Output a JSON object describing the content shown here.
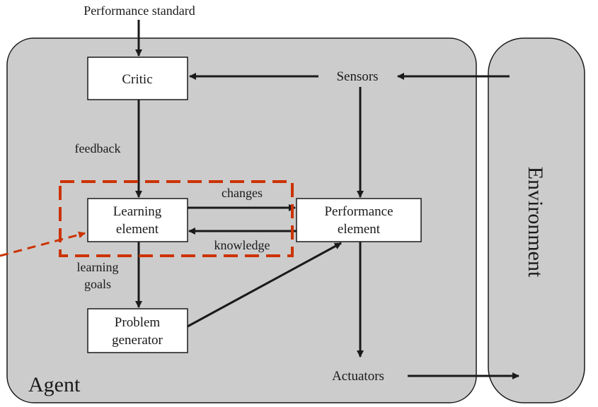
{
  "labels": {
    "performance_standard": "Performance standard",
    "critic": "Critic",
    "sensors": "Sensors",
    "feedback": "feedback",
    "learning_element": [
      "Learning",
      "element"
    ],
    "changes": "changes",
    "knowledge": "knowledge",
    "performance_element": [
      "Performance",
      "element"
    ],
    "learning_goals": [
      "learning",
      "goals"
    ],
    "problem_generator": [
      "Problem",
      "generator"
    ],
    "actuators": "Actuators",
    "agent": "Agent",
    "environment": "Environment"
  },
  "colors": {
    "panel_fill": "#cccccc",
    "stroke": "#1a1a1a",
    "highlight": "#cc3300",
    "box_fill": "#ffffff"
  }
}
